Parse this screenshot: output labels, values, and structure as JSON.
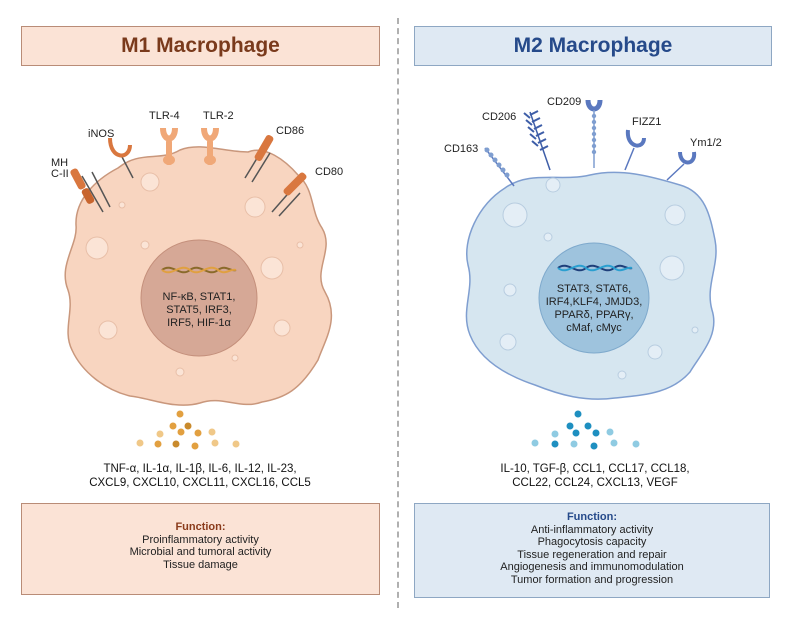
{
  "m1": {
    "title": "M1 Macrophage",
    "receptors": [
      "MHC-II",
      "iNOS",
      "TLR-4",
      "TLR-2",
      "CD86",
      "CD80"
    ],
    "nucleus_lines": [
      "NF-κB, STAT1,",
      "STAT5, IRF3,",
      "IRF5, HIF-1α"
    ],
    "cytokine_lines": [
      "TNF-α, IL-1α, IL-1β, IL-6, IL-12, IL-23,",
      "CXCL9, CXCL10, CXCL11, CXCL16, CCL5"
    ],
    "function_title": "Function:",
    "functions": [
      "Proinflammatory activity",
      "Microbial and tumoral activity",
      "Tissue damage"
    ]
  },
  "m2": {
    "title": "M2 Macrophage",
    "receptors": [
      "CD163",
      "CD206",
      "CD209",
      "FIZZ1",
      "Ym1/2"
    ],
    "nucleus_lines": [
      "STAT3, STAT6,",
      "IRF4,KLF4, JMJD3,",
      "PPARδ, PPARγ,",
      "cMaf, cMyc"
    ],
    "cytokine_lines": [
      "IL-10, TGF-β, CCL1, CCL17, CCL18,",
      "CCL22, CCL24, CXCL13, VEGF"
    ],
    "function_title": "Function:",
    "functions": [
      "Anti-inflammatory activity",
      "Phagocytosis capacity",
      "Tissue regeneration and repair",
      "Angiogenesis and immunomodulation",
      "Tumor formation and progression"
    ]
  },
  "colors": {
    "m1_fill": "#f8d5c0",
    "m1_border": "#c9977c",
    "m1_receptor": "#d9773f",
    "m2_fill": "#d6e6f0",
    "m2_border": "#7f9ed0",
    "m2_receptor": "#5a78bf"
  }
}
